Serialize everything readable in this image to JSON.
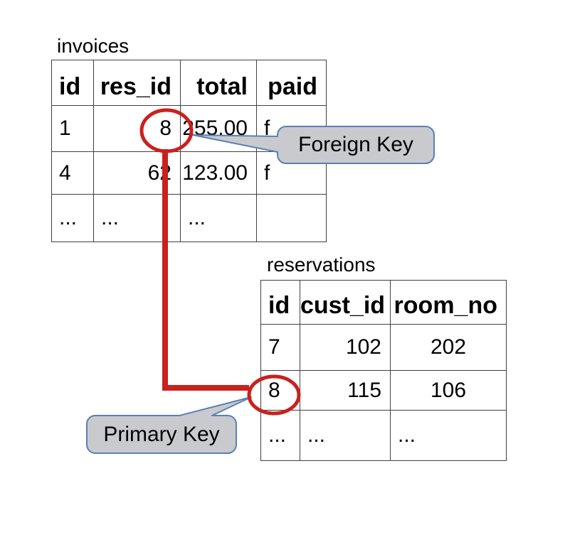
{
  "diagram": {
    "tables": [
      {
        "title": "invoices",
        "columns": [
          "id",
          "res_id",
          "total",
          "paid"
        ],
        "rows": [
          [
            "1",
            "8",
            "255.00",
            "f"
          ],
          [
            "4",
            "62",
            "123.00",
            "f"
          ],
          [
            "...",
            "...",
            "...",
            ""
          ]
        ]
      },
      {
        "title": "reservations",
        "columns": [
          "id",
          "cust_id",
          "room_no"
        ],
        "rows": [
          [
            "7",
            "102",
            "202"
          ],
          [
            "8",
            "115",
            "106"
          ],
          [
            "...",
            "...",
            "..."
          ]
        ]
      }
    ],
    "callouts": [
      {
        "label": "Foreign Key"
      },
      {
        "label": "Primary Key"
      }
    ],
    "relationship": {
      "foreign_key_value": "8",
      "from": "invoices.res_id",
      "to": "reservations.id"
    },
    "colors": {
      "annotation_red": "#c9211e",
      "callout_fill": "#c9cace",
      "callout_border": "#5b7fb4",
      "table_border": "#404040",
      "text": "#000000",
      "canvas_bg": "#ffffff"
    }
  }
}
